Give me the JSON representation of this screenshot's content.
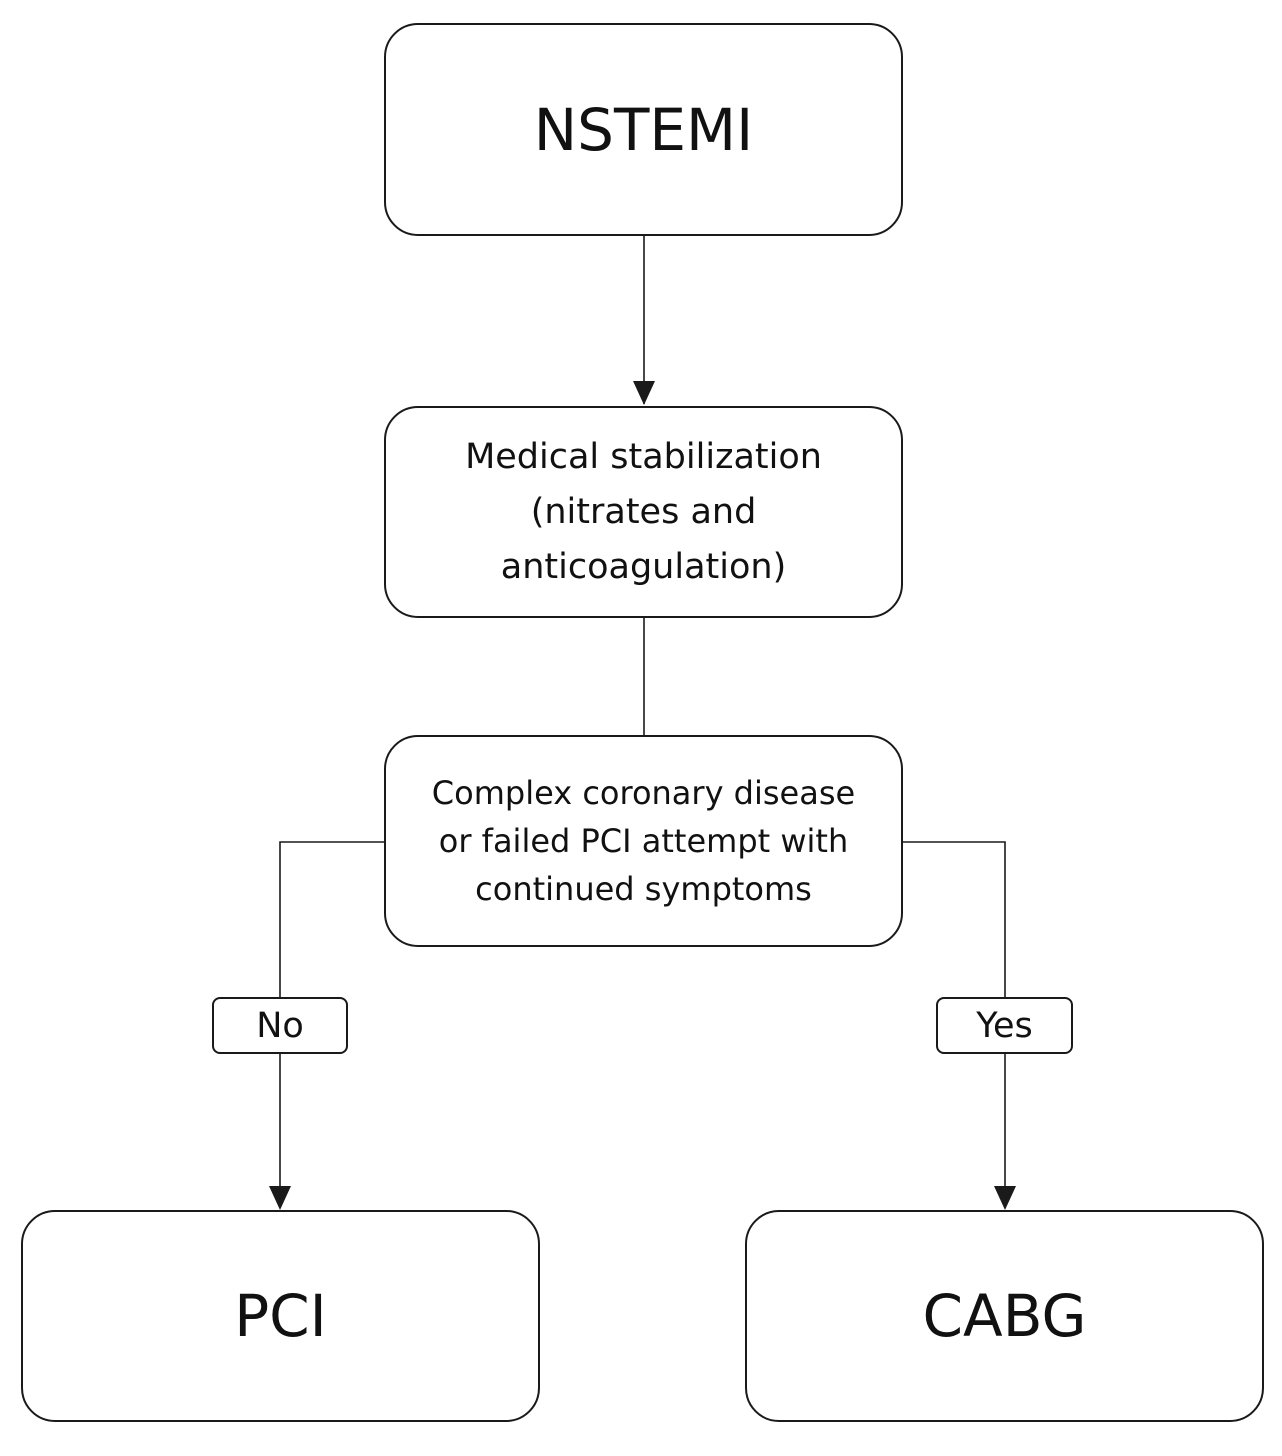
{
  "nodes": {
    "nstemi": "NSTEMI",
    "stabilization": "Medical stabilization (nitrates and anticoagulation)",
    "decision": "Complex coronary disease or failed PCI attempt with continued symptoms",
    "pci": "PCI",
    "cabg": "CABG"
  },
  "edge_labels": {
    "no": "No",
    "yes": "Yes"
  },
  "colors": {
    "stroke": "#1a1a1a",
    "background": "#ffffff"
  }
}
